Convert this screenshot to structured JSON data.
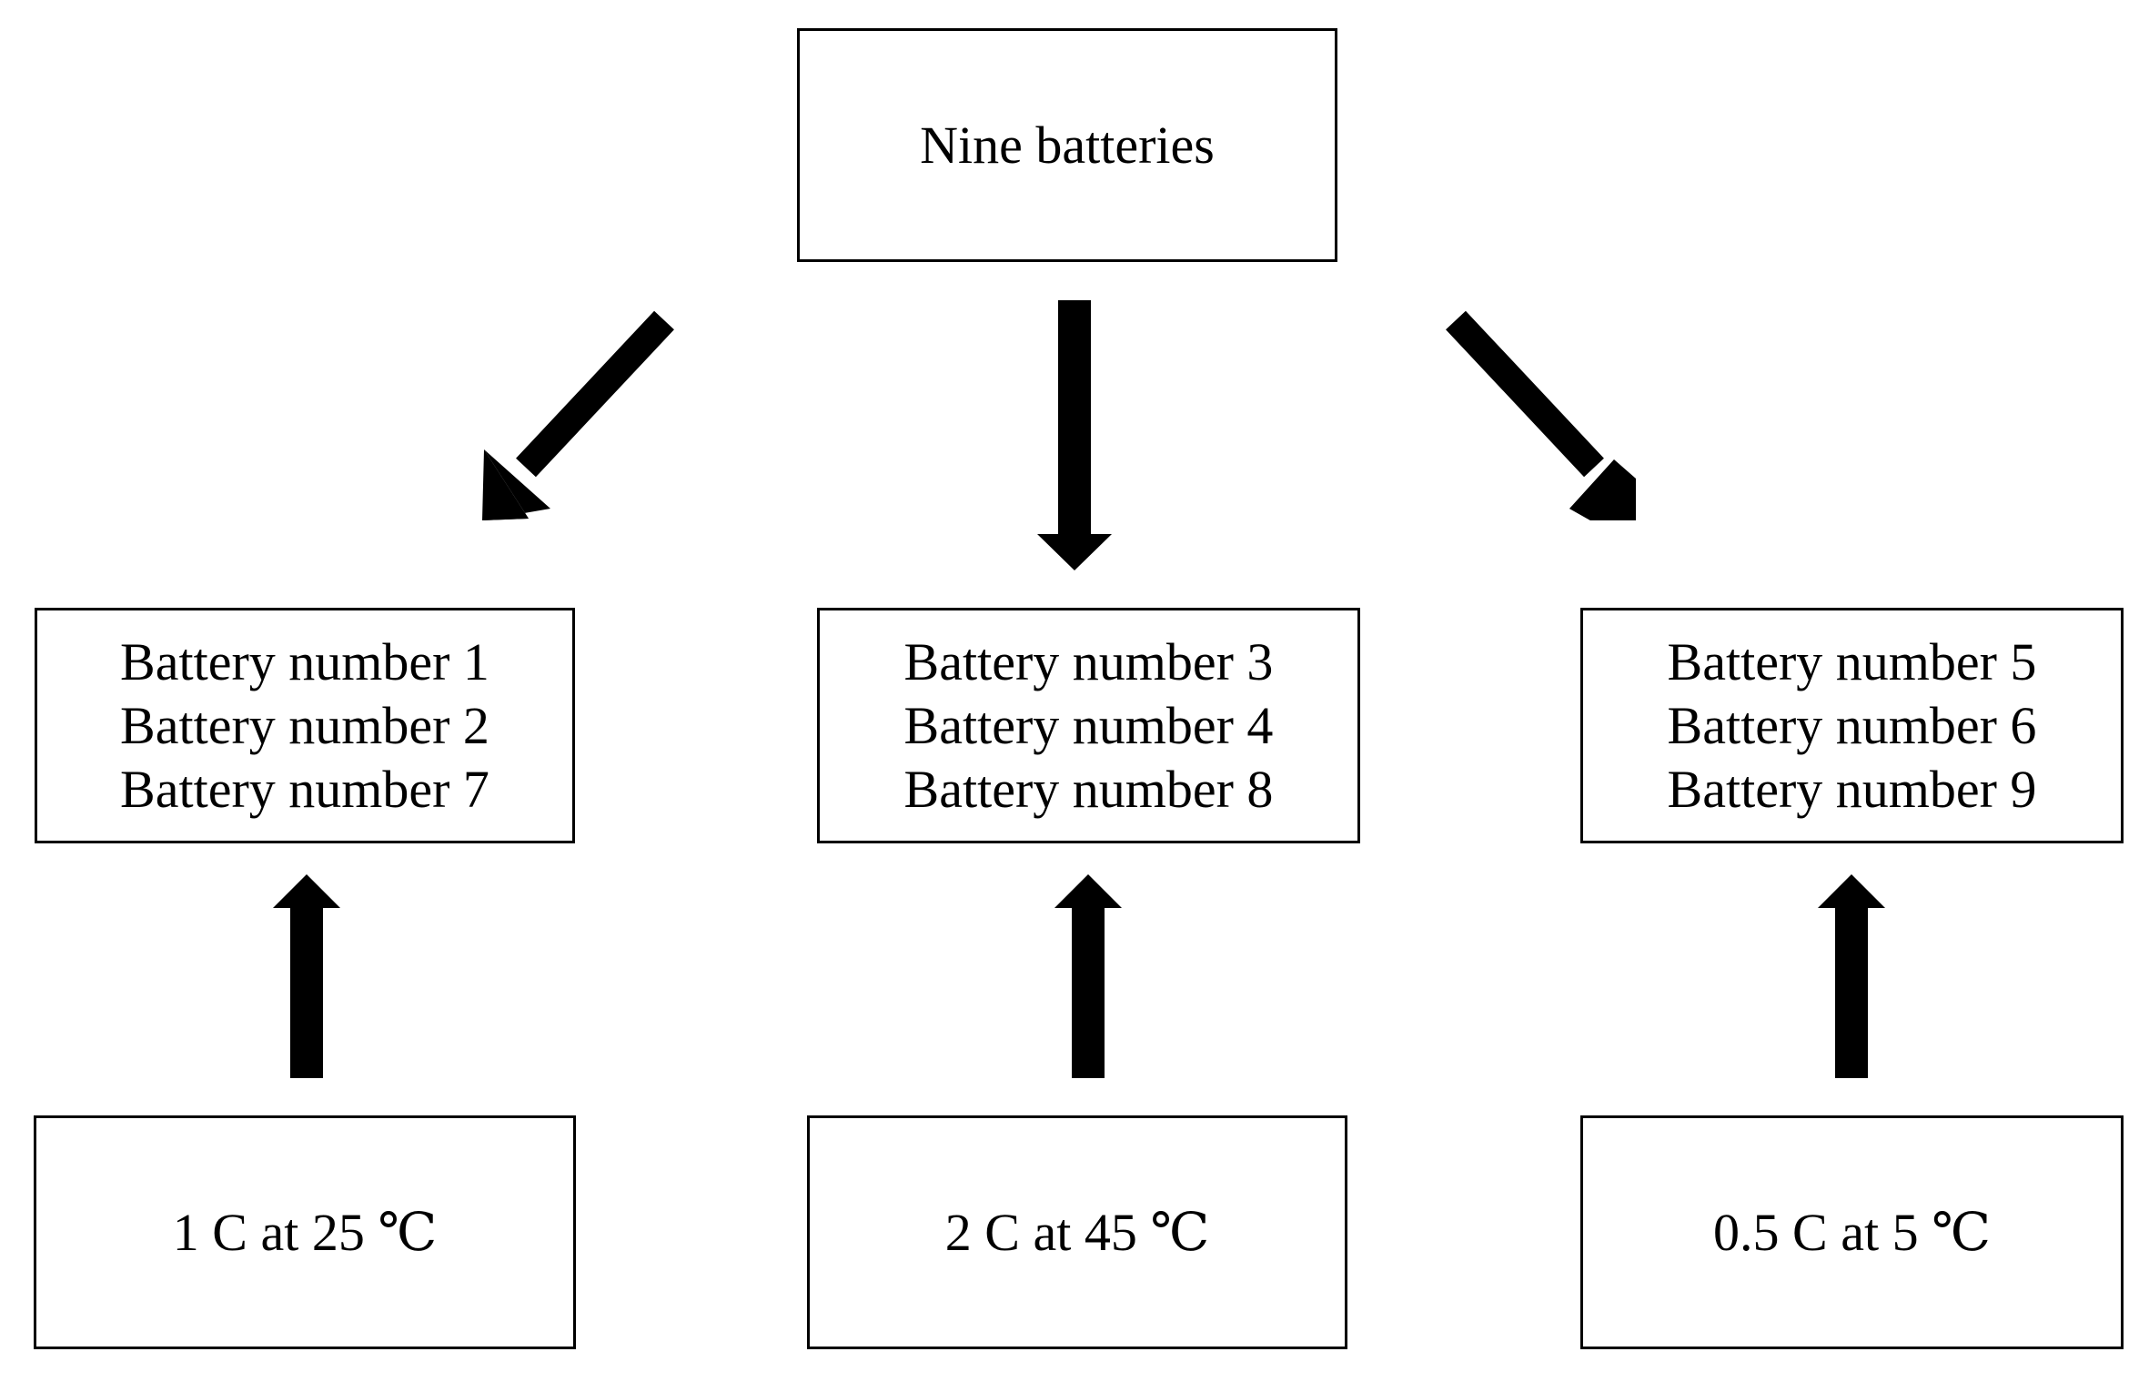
{
  "root": {
    "label": "Nine batteries"
  },
  "groups": [
    {
      "batteries": [
        "Battery number 1",
        "Battery number 2",
        "Battery number 7"
      ],
      "condition": "1 C at 25 ℃"
    },
    {
      "batteries": [
        "Battery number 3",
        "Battery number 4",
        "Battery number 8"
      ],
      "condition": "2 C at 45 ℃"
    },
    {
      "batteries": [
        "Battery number 5",
        "Battery number 6",
        "Battery number 9"
      ],
      "condition": "0.5 C at 5 ℃"
    }
  ],
  "colors": {
    "stroke": "#000000",
    "background": "#ffffff"
  }
}
